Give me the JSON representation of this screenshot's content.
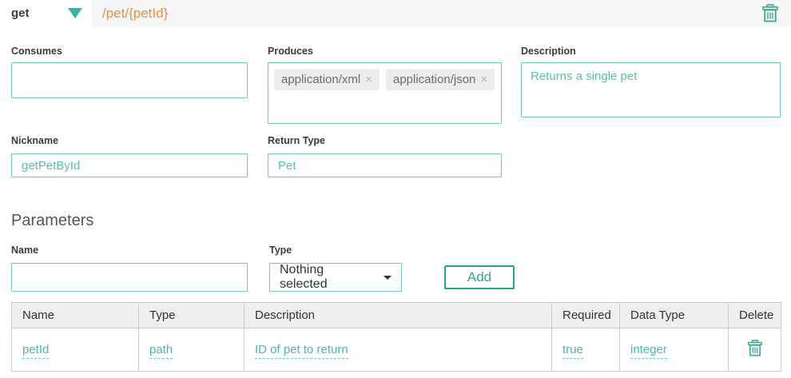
{
  "topbar": {
    "method": "get",
    "path": "/pet/{petId}"
  },
  "form": {
    "consumes": {
      "label": "Consumes",
      "value": ""
    },
    "produces": {
      "label": "Produces",
      "tags": [
        "application/xml",
        "application/json"
      ]
    },
    "description": {
      "label": "Description",
      "value": "Returns a single pet"
    },
    "nickname": {
      "label": "Nickname",
      "value": "getPetById"
    },
    "return_type": {
      "label": "Return Type",
      "value": "Pet"
    }
  },
  "parameters": {
    "heading": "Parameters",
    "name": {
      "label": "Name",
      "value": ""
    },
    "type": {
      "label": "Type",
      "selected": "Nothing selected"
    },
    "add_button": "Add",
    "table": {
      "headers": [
        "Name",
        "Type",
        "Description",
        "Required",
        "Data Type",
        "Delete"
      ],
      "rows": [
        {
          "name": "petId",
          "type": "path",
          "description": "ID of pet to return",
          "required": "true",
          "data_type": "integer"
        }
      ]
    }
  },
  "icons": {
    "remove_tag": "×"
  },
  "colors": {
    "accent_teal": "#2fa795",
    "input_border_teal": "#74cbb8",
    "value_text_teal": "#52bcab",
    "path_orange": "#de9348",
    "topbar_bg": "#f6f6f6",
    "tag_bg": "#ececec",
    "table_header_bg": "#efefef",
    "table_border": "#cccccc"
  }
}
